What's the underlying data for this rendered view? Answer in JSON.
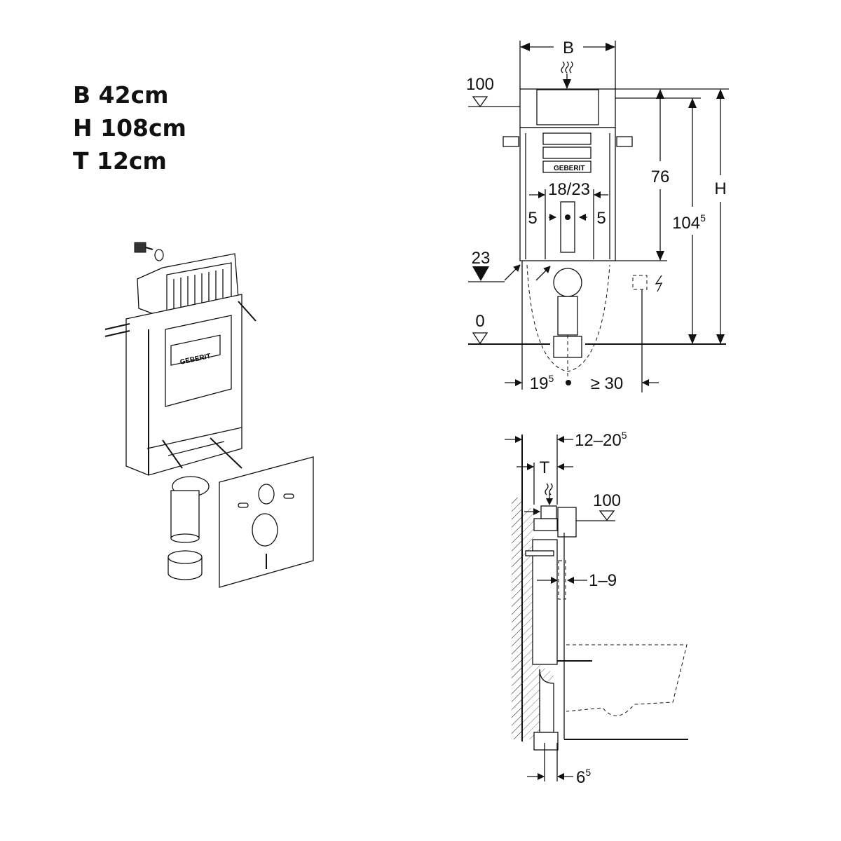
{
  "specs": [
    {
      "text": "B 42cm"
    },
    {
      "text": "H 108cm"
    },
    {
      "text": "T 12cm"
    }
  ],
  "brand_logo": "GEBERIT",
  "front_view": {
    "width_label": "B",
    "level_top": "100",
    "level_inlet": "23",
    "level_floor": "0",
    "height_76": "76",
    "height_104": "104",
    "height_104_sup": "5",
    "height_label": "H",
    "bracket_spacing": "18/23",
    "offset_left": "5",
    "offset_right": "5",
    "bottom_left": "19",
    "bottom_left_sup": "5",
    "bottom_right": "≥ 30"
  },
  "side_view": {
    "depth_range": "12–20",
    "depth_range_sup": "5",
    "depth_label": "T",
    "level_top": "100",
    "wall_range": "1–9",
    "drain_offset": "6",
    "drain_offset_sup": "5"
  }
}
